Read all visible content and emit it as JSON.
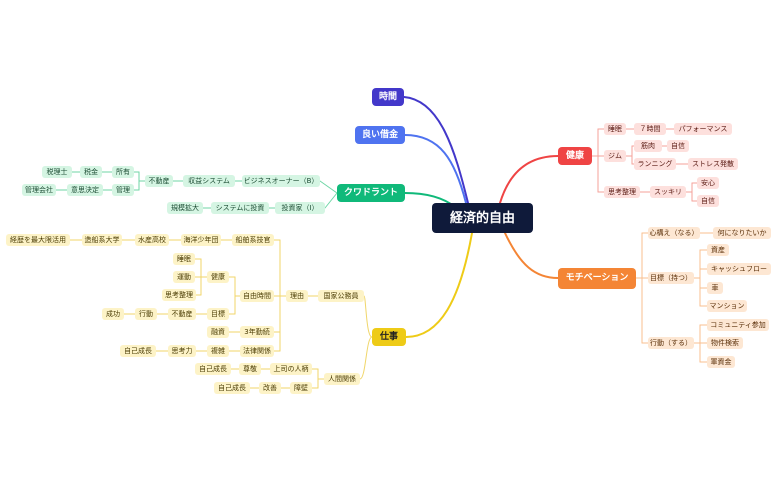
{
  "central": "経済的自由",
  "colors": {
    "time": "#4338ca",
    "good_debt": "#4f73f0",
    "quadrant": "#10b97a",
    "work": "#eecb17",
    "health": "#ef4444",
    "motivation": "#f48535"
  },
  "branches": {
    "time": {
      "label": "時間"
    },
    "good_debt": {
      "label": "良い借金"
    },
    "quadrant": {
      "label": "クワドラント",
      "b": "ビジネスオーナー（B）",
      "b_system": "収益システム",
      "b_realestate": "不動産",
      "owner": "所有",
      "tax": "税金",
      "taxacc": "税理士",
      "manage": "管理",
      "decision": "意思決定",
      "mgmtco": "管理会社",
      "i": "投資家（I）",
      "i_system": "システムに投資",
      "i_scale": "規模拡大"
    },
    "work": {
      "label": "仕事",
      "civil": "国家公務員",
      "reason": "理由",
      "officer": "船舶系技官",
      "youth": "海洋少年団",
      "hs": "水産高校",
      "univ": "造船系大学",
      "career": "経歴を最大限活用",
      "freetime": "自由時間",
      "health": "健康",
      "sleep": "睡眠",
      "exercise": "運動",
      "mind": "思考整理",
      "goal": "目標",
      "realestate": "不動産",
      "act": "行動",
      "success": "成功",
      "3yr": "3年勤続",
      "loan": "融資",
      "law": "法律関係",
      "complex": "複雑",
      "think": "思考力",
      "growth1": "自己成長",
      "people": "人間関係",
      "boss": "上司の人柄",
      "respect": "尊敬",
      "growth2": "自己成長",
      "obstacle": "障壁",
      "improve": "改善",
      "growth3": "自己成長"
    },
    "health": {
      "label": "健康",
      "sleep": "睡眠",
      "7h": "７時間",
      "perf": "パフォーマンス",
      "gym": "ジム",
      "muscle": "筋肉",
      "confidence": "自信",
      "running": "ランニング",
      "stress": "ストレス発散",
      "mind": "思考整理",
      "clear": "スッキリ",
      "relief": "安心",
      "confidence2": "自信"
    },
    "motivation": {
      "label": "モチベーション",
      "be": "心構え（なる）",
      "want": "何になりたいか",
      "have": "目標（持つ）",
      "assets": "資産",
      "cashflow": "キャッシュフロー",
      "car": "車",
      "mansion": "マンション",
      "do": "行動（する）",
      "community": "コミュニティ参加",
      "property": "物件検索",
      "funds": "軍資金"
    }
  }
}
